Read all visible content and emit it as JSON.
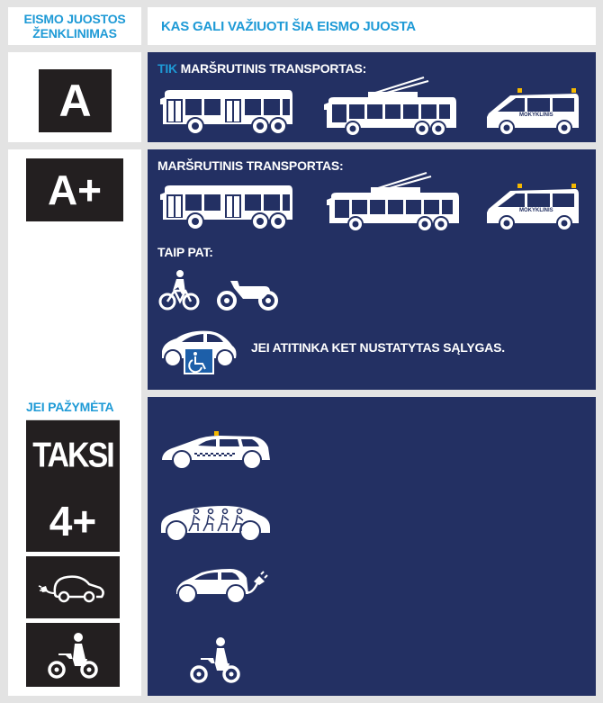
{
  "header": {
    "left_title_line1": "EISMO JUOSTOS",
    "left_title_line2": "ŽENKLINIMAS",
    "right_title": "KAS GALI VAŽIUOTI ŠIA EISMO JUOSTA"
  },
  "rows": [
    {
      "sign_label": "A",
      "caption_highlight": "TIK",
      "caption_text": " MARŠRUTINIS TRANSPORTAS:",
      "vehicles": [
        "bus-icon",
        "trolleybus-icon",
        "driving-school-van-icon"
      ],
      "van_label": "MOKYKLINIS"
    },
    {
      "sign_label": "A+",
      "caption_text": "MARŠRUTINIS TRANSPORTAS:",
      "vehicles": [
        "bus-icon",
        "trolleybus-icon",
        "driving-school-van-icon"
      ],
      "van_label": "MOKYKLINIS",
      "also_label": "TAIP PAT:",
      "also_vehicles": [
        "bicycle-icon",
        "motorcycle-icon"
      ],
      "disabled_condition": "JEI ATITINKA KET NUSTATYTAS SĄLYGAS."
    },
    {
      "heading": "JEI PAŽYMĖTA",
      "signs": [
        {
          "label": "TAKSI",
          "icon": "taxi-icon"
        },
        {
          "label": "4+",
          "icon": "carpool-car-icon"
        },
        {
          "label": "",
          "icon": "electric-car-icon"
        },
        {
          "label": "",
          "icon": "moped-icon"
        }
      ]
    }
  ],
  "colors": {
    "background": "#e3e3e3",
    "panel_navy": "#233063",
    "heading_blue": "#1e9ad6",
    "sign_black": "#231f20",
    "beacon_yellow": "#f5b800"
  }
}
